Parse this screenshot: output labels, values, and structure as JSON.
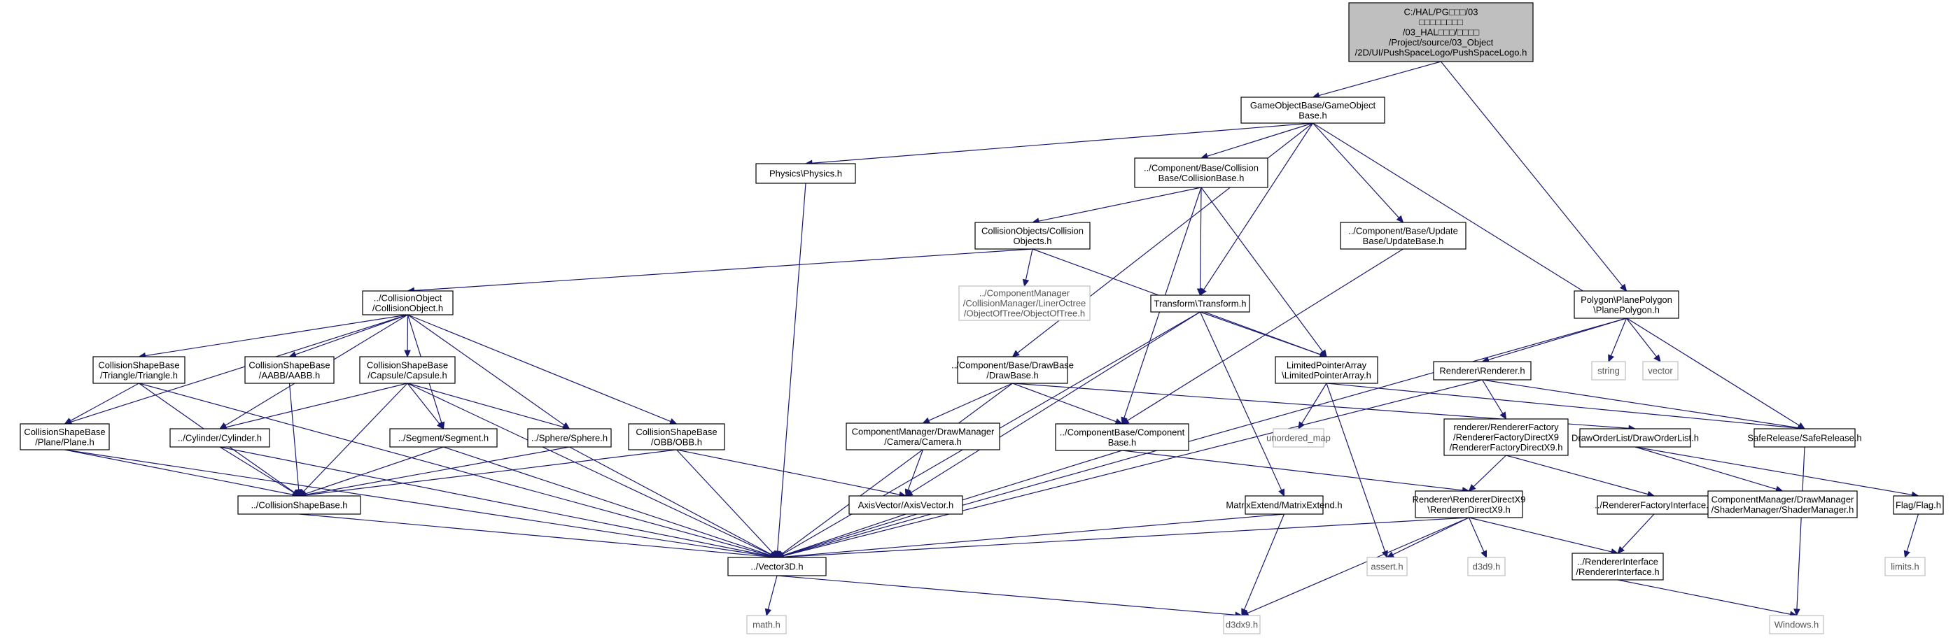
{
  "graph": {
    "nodes": {
      "root": {
        "lines": [
          "C:/HAL/PG□□□/03",
          "□□□□□□□□",
          "/03_HAL□□□/□□□□",
          "/Project/source/03_Object",
          "/2D/UI/PushSpaceLogo/PushSpaceLogo.h"
        ],
        "style": "root"
      },
      "gob": {
        "lines": [
          "GameObjectBase/GameObject",
          "Base.h"
        ]
      },
      "phys": {
        "lines": [
          "Physics\\Physics.h"
        ]
      },
      "colb": {
        "lines": [
          "../Component/Base/Collision",
          "Base/CollisionBase.h"
        ]
      },
      "updb": {
        "lines": [
          "../Component/Base/Update",
          "Base/UpdateBase.h"
        ]
      },
      "poly": {
        "lines": [
          "Polygon\\PlanePolygon",
          "\\PlanePolygon.h"
        ]
      },
      "colobjs": {
        "lines": [
          "CollisionObjects/Collision",
          "Objects.h"
        ]
      },
      "octree": {
        "lines": [
          "../ComponentManager",
          "/CollisionManager/LinerOctree",
          "/ObjectOfTree/ObjectOfTree.h"
        ],
        "style": "ext"
      },
      "colobj": {
        "lines": [
          "../CollisionObject",
          "/CollisionObject.h"
        ]
      },
      "trans": {
        "lines": [
          "Transform\\Transform.h"
        ]
      },
      "drawb": {
        "lines": [
          "../Component/Base/DrawBase",
          "/DrawBase.h"
        ]
      },
      "limp": {
        "lines": [
          "LimitedPointerArray",
          "\\LimitedPointerArray.h"
        ]
      },
      "string": {
        "lines": [
          "string"
        ],
        "style": "ext"
      },
      "vector": {
        "lines": [
          "vector"
        ],
        "style": "ext"
      },
      "renderer": {
        "lines": [
          "Renderer\\Renderer.h"
        ]
      },
      "tri": {
        "lines": [
          "CollisionShapeBase",
          "/Triangle/Triangle.h"
        ]
      },
      "aabb": {
        "lines": [
          "CollisionShapeBase",
          "/AABB/AABB.h"
        ]
      },
      "caps": {
        "lines": [
          "CollisionShapeBase",
          "/Capsule/Capsule.h"
        ]
      },
      "plane": {
        "lines": [
          "CollisionShapeBase",
          "/Plane/Plane.h"
        ]
      },
      "cyl": {
        "lines": [
          "../Cylinder/Cylinder.h"
        ]
      },
      "seg": {
        "lines": [
          "../Segment/Segment.h"
        ]
      },
      "sph": {
        "lines": [
          "../Sphere/Sphere.h"
        ]
      },
      "obb": {
        "lines": [
          "CollisionShapeBase",
          "/OBB/OBB.h"
        ]
      },
      "cam": {
        "lines": [
          "ComponentManager/DrawManager",
          "/Camera/Camera.h"
        ]
      },
      "compb": {
        "lines": [
          "../ComponentBase/Component",
          "Base.h"
        ]
      },
      "umap": {
        "lines": [
          "unordered_map"
        ],
        "style": "ext"
      },
      "rfact": {
        "lines": [
          "renderer/RendererFactory",
          "/RendererFactoryDirectX9",
          "/RendererFactoryDirectX9.h"
        ]
      },
      "dol": {
        "lines": [
          "DrawOrderList/DrawOrderList.h"
        ]
      },
      "safe": {
        "lines": [
          "SafeRelease/SafeRelease.h"
        ]
      },
      "csb": {
        "lines": [
          "../CollisionShapeBase.h"
        ]
      },
      "axis": {
        "lines": [
          "AxisVector/AxisVector.h"
        ]
      },
      "matx": {
        "lines": [
          "MatrixExtend/MatrixExtend.h"
        ]
      },
      "rdx9": {
        "lines": [
          "Renderer\\RendererDirectX9",
          "\\RendererDirectX9.h"
        ]
      },
      "rfi": {
        "lines": [
          "../RendererFactoryInterface.h"
        ]
      },
      "shm": {
        "lines": [
          "ComponentManager/DrawManager",
          "/ShaderManager/ShaderManager.h"
        ]
      },
      "flag": {
        "lines": [
          "Flag/Flag.h"
        ]
      },
      "vec3": {
        "lines": [
          "../Vector3D.h"
        ]
      },
      "assert": {
        "lines": [
          "assert.h"
        ],
        "style": "ext"
      },
      "d3d9": {
        "lines": [
          "d3d9.h"
        ],
        "style": "ext"
      },
      "rint": {
        "lines": [
          "../RendererInterface",
          "/RendererInterface.h"
        ]
      },
      "limits": {
        "lines": [
          "limits.h"
        ],
        "style": "ext"
      },
      "math": {
        "lines": [
          "math.h"
        ],
        "style": "ext"
      },
      "d3dx9": {
        "lines": [
          "d3dx9.h"
        ],
        "style": "ext"
      },
      "win": {
        "lines": [
          "Windows.h"
        ],
        "style": "ext"
      }
    },
    "edges": [
      [
        "root",
        "gob"
      ],
      [
        "root",
        "poly"
      ],
      [
        "gob",
        "phys"
      ],
      [
        "gob",
        "colb"
      ],
      [
        "gob",
        "updb"
      ],
      [
        "gob",
        "trans"
      ],
      [
        "gob",
        "drawb"
      ],
      [
        "gob",
        "safe"
      ],
      [
        "phys",
        "vec3"
      ],
      [
        "colb",
        "colobjs"
      ],
      [
        "colb",
        "trans"
      ],
      [
        "colb",
        "compb"
      ],
      [
        "colb",
        "limp"
      ],
      [
        "updb",
        "compb"
      ],
      [
        "colobjs",
        "octree"
      ],
      [
        "colobjs",
        "colobj"
      ],
      [
        "colobjs",
        "limp"
      ],
      [
        "colobj",
        "tri"
      ],
      [
        "colobj",
        "aabb"
      ],
      [
        "colobj",
        "caps"
      ],
      [
        "colobj",
        "plane"
      ],
      [
        "colobj",
        "cyl"
      ],
      [
        "colobj",
        "seg"
      ],
      [
        "colobj",
        "sph"
      ],
      [
        "colobj",
        "obb"
      ],
      [
        "trans",
        "limp"
      ],
      [
        "trans",
        "axis"
      ],
      [
        "trans",
        "matx"
      ],
      [
        "trans",
        "vec3"
      ],
      [
        "drawb",
        "cam"
      ],
      [
        "drawb",
        "compb"
      ],
      [
        "drawb",
        "dol"
      ],
      [
        "drawb",
        "vec3"
      ],
      [
        "limp",
        "umap"
      ],
      [
        "limp",
        "assert"
      ],
      [
        "limp",
        "safe"
      ],
      [
        "poly",
        "string"
      ],
      [
        "poly",
        "vector"
      ],
      [
        "poly",
        "renderer"
      ],
      [
        "poly",
        "vec3"
      ],
      [
        "renderer",
        "rfact"
      ],
      [
        "renderer",
        "safe"
      ],
      [
        "renderer",
        "vec3"
      ],
      [
        "tri",
        "plane"
      ],
      [
        "tri",
        "csb"
      ],
      [
        "tri",
        "vec3"
      ],
      [
        "aabb",
        "csb"
      ],
      [
        "caps",
        "cyl"
      ],
      [
        "caps",
        "seg"
      ],
      [
        "caps",
        "sph"
      ],
      [
        "caps",
        "csb"
      ],
      [
        "caps",
        "vec3"
      ],
      [
        "plane",
        "csb"
      ],
      [
        "plane",
        "vec3"
      ],
      [
        "cyl",
        "csb"
      ],
      [
        "cyl",
        "vec3"
      ],
      [
        "seg",
        "csb"
      ],
      [
        "seg",
        "vec3"
      ],
      [
        "sph",
        "csb"
      ],
      [
        "sph",
        "vec3"
      ],
      [
        "obb",
        "csb"
      ],
      [
        "obb",
        "axis"
      ],
      [
        "obb",
        "vec3"
      ],
      [
        "cam",
        "axis"
      ],
      [
        "compb",
        "rdx9"
      ],
      [
        "compb",
        "vec3"
      ],
      [
        "rfact",
        "rdx9"
      ],
      [
        "rfact",
        "rfi"
      ],
      [
        "dol",
        "shm"
      ],
      [
        "dol",
        "flag"
      ],
      [
        "safe",
        "win"
      ],
      [
        "csb",
        "vec3"
      ],
      [
        "axis",
        "vec3"
      ],
      [
        "matx",
        "d3dx9"
      ],
      [
        "matx",
        "vec3"
      ],
      [
        "rdx9",
        "assert"
      ],
      [
        "rdx9",
        "d3d9"
      ],
      [
        "rdx9",
        "d3dx9"
      ],
      [
        "rdx9",
        "rint"
      ],
      [
        "rdx9",
        "vec3"
      ],
      [
        "rfi",
        "rint"
      ],
      [
        "flag",
        "limits"
      ],
      [
        "vec3",
        "math"
      ],
      [
        "vec3",
        "d3dx9"
      ],
      [
        "rint",
        "win"
      ]
    ]
  }
}
